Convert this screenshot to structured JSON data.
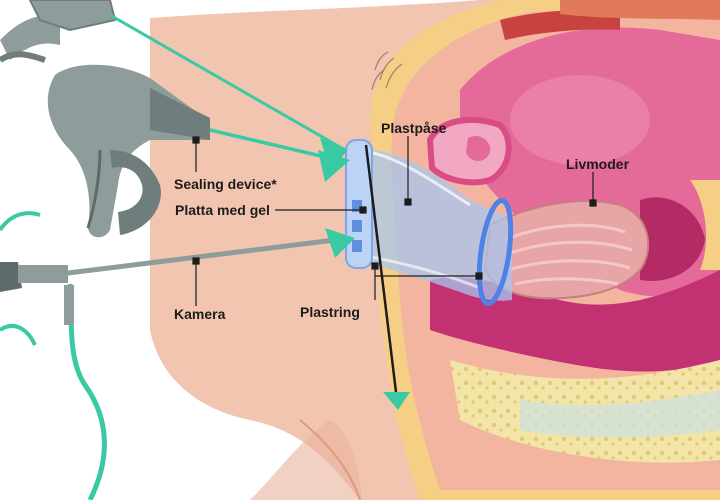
{
  "labels": {
    "sealing_device": "Sealing device*",
    "platta_med_gel": "Platta med gel",
    "kamera": "Kamera",
    "plastring": "Plastring",
    "plastpase": "Plastpåse",
    "livmoder": "Livmoder"
  },
  "colors": {
    "skin": "#f2c5b1",
    "skin_shadow": "#e3a68e",
    "fat_layer": "#f6cf86",
    "muscle_pink": "#d94c86",
    "organ_magenta": "#c23272",
    "uterus": "#e8a5a5",
    "instrument_gray": "#8e9d9c",
    "instrument_dark": "#5d6c6b",
    "teal": "#39c9a3",
    "bag_blue": "#a9c5ef",
    "ring_blue": "#4d82e6"
  }
}
